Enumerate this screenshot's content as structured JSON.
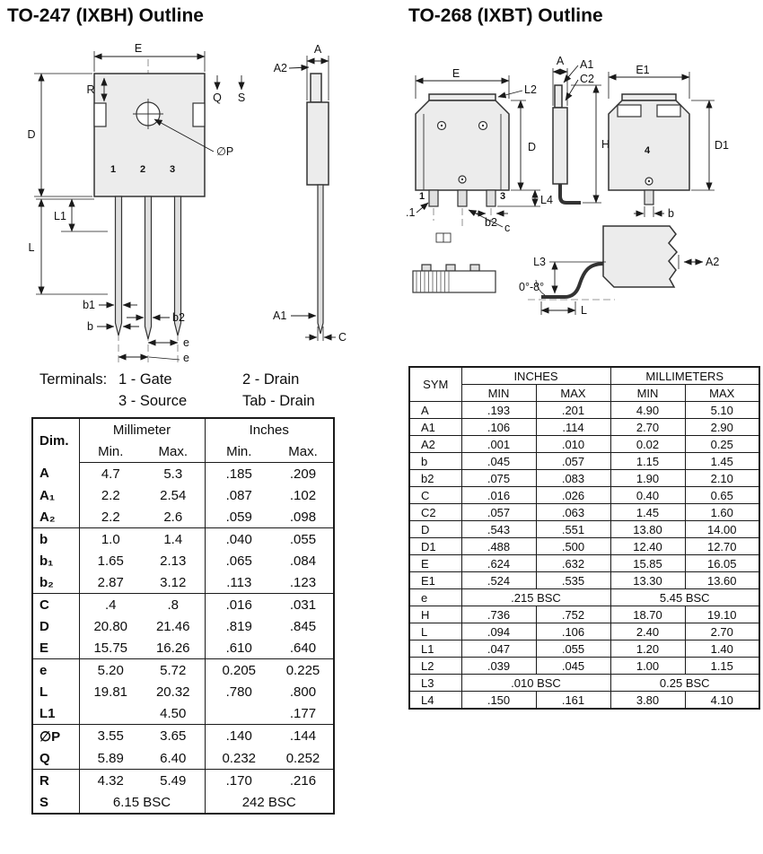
{
  "titles": {
    "left": "TO-247 (IXBH) Outline",
    "right": "TO-268 (IXBT) Outline"
  },
  "terminals": {
    "label": "Terminals:",
    "t1": "1 - Gate",
    "t2": "2 - Drain",
    "t3": "3 - Source",
    "t4": "Tab - Drain"
  },
  "left_table": {
    "headers": {
      "dim": "Dim.",
      "mm": "Millimeter",
      "inches": "Inches",
      "min": "Min.",
      "max": "Max."
    },
    "rows": [
      {
        "cells": [
          {
            "t": "A"
          },
          {
            "t": "4.7"
          },
          {
            "t": "5.3"
          },
          {
            "t": ".185"
          },
          {
            "t": ".209"
          }
        ]
      },
      {
        "cells": [
          {
            "t": "A₁"
          },
          {
            "t": "2.2"
          },
          {
            "t": "2.54"
          },
          {
            "t": ".087"
          },
          {
            "t": ".102"
          }
        ]
      },
      {
        "cells": [
          {
            "t": "A₂"
          },
          {
            "t": "2.2"
          },
          {
            "t": "2.6"
          },
          {
            "t": ".059"
          },
          {
            "t": ".098"
          }
        ],
        "group_end": true
      },
      {
        "cells": [
          {
            "t": "b"
          },
          {
            "t": "1.0"
          },
          {
            "t": "1.4"
          },
          {
            "t": ".040"
          },
          {
            "t": ".055"
          }
        ]
      },
      {
        "cells": [
          {
            "t": "b₁"
          },
          {
            "t": "1.65"
          },
          {
            "t": "2.13"
          },
          {
            "t": ".065"
          },
          {
            "t": ".084"
          }
        ]
      },
      {
        "cells": [
          {
            "t": "b₂"
          },
          {
            "t": "2.87"
          },
          {
            "t": "3.12"
          },
          {
            "t": ".113"
          },
          {
            "t": ".123"
          }
        ],
        "group_end": true
      },
      {
        "cells": [
          {
            "t": "C"
          },
          {
            "t": ".4"
          },
          {
            "t": ".8"
          },
          {
            "t": ".016"
          },
          {
            "t": ".031"
          }
        ]
      },
      {
        "cells": [
          {
            "t": "D"
          },
          {
            "t": "20.80"
          },
          {
            "t": "21.46"
          },
          {
            "t": ".819"
          },
          {
            "t": ".845"
          }
        ]
      },
      {
        "cells": [
          {
            "t": "E"
          },
          {
            "t": "15.75"
          },
          {
            "t": "16.26"
          },
          {
            "t": ".610"
          },
          {
            "t": ".640"
          }
        ],
        "group_end": true
      },
      {
        "cells": [
          {
            "t": "e"
          },
          {
            "t": "5.20"
          },
          {
            "t": "5.72"
          },
          {
            "t": "0.205"
          },
          {
            "t": "0.225"
          }
        ]
      },
      {
        "cells": [
          {
            "t": "L"
          },
          {
            "t": "19.81"
          },
          {
            "t": "20.32"
          },
          {
            "t": ".780"
          },
          {
            "t": ".800"
          }
        ]
      },
      {
        "cells": [
          {
            "t": "L1"
          },
          {
            "t": ""
          },
          {
            "t": "4.50"
          },
          {
            "t": ""
          },
          {
            "t": ".177"
          }
        ],
        "group_end": true
      },
      {
        "cells": [
          {
            "t": "∅P"
          },
          {
            "t": "3.55"
          },
          {
            "t": "3.65"
          },
          {
            "t": ".140"
          },
          {
            "t": ".144"
          }
        ]
      },
      {
        "cells": [
          {
            "t": "Q"
          },
          {
            "t": "5.89"
          },
          {
            "t": "6.40"
          },
          {
            "t": "0.232"
          },
          {
            "t": "0.252"
          }
        ],
        "group_end": true
      },
      {
        "cells": [
          {
            "t": "R"
          },
          {
            "t": "4.32"
          },
          {
            "t": "5.49"
          },
          {
            "t": ".170"
          },
          {
            "t": ".216"
          }
        ]
      },
      {
        "cells": [
          {
            "t": "S"
          },
          {
            "t": "6.15  BSC",
            "span": 2
          },
          {
            "t": "242 BSC",
            "span": 2
          }
        ]
      }
    ]
  },
  "right_table": {
    "headers": {
      "sym": "SYM",
      "inches": "INCHES",
      "mm": "MILLIMETERS",
      "min": "MIN",
      "max": "MAX"
    },
    "rows": [
      {
        "cells": [
          {
            "t": "A"
          },
          {
            "t": ".193"
          },
          {
            "t": ".201"
          },
          {
            "t": "4.90"
          },
          {
            "t": "5.10"
          }
        ]
      },
      {
        "cells": [
          {
            "t": "A1"
          },
          {
            "t": ".106"
          },
          {
            "t": ".114"
          },
          {
            "t": "2.70"
          },
          {
            "t": "2.90"
          }
        ]
      },
      {
        "cells": [
          {
            "t": "A2"
          },
          {
            "t": ".001"
          },
          {
            "t": ".010"
          },
          {
            "t": "0.02"
          },
          {
            "t": "0.25"
          }
        ]
      },
      {
        "cells": [
          {
            "t": "b"
          },
          {
            "t": ".045"
          },
          {
            "t": ".057"
          },
          {
            "t": "1.15"
          },
          {
            "t": "1.45"
          }
        ]
      },
      {
        "cells": [
          {
            "t": "b2"
          },
          {
            "t": ".075"
          },
          {
            "t": ".083"
          },
          {
            "t": "1.90"
          },
          {
            "t": "2.10"
          }
        ]
      },
      {
        "cells": [
          {
            "t": "C"
          },
          {
            "t": ".016"
          },
          {
            "t": ".026"
          },
          {
            "t": "0.40"
          },
          {
            "t": "0.65"
          }
        ]
      },
      {
        "cells": [
          {
            "t": "C2"
          },
          {
            "t": ".057"
          },
          {
            "t": ".063"
          },
          {
            "t": "1.45"
          },
          {
            "t": "1.60"
          }
        ]
      },
      {
        "cells": [
          {
            "t": "D"
          },
          {
            "t": ".543"
          },
          {
            "t": ".551"
          },
          {
            "t": "13.80"
          },
          {
            "t": "14.00"
          }
        ]
      },
      {
        "cells": [
          {
            "t": "D1"
          },
          {
            "t": ".488"
          },
          {
            "t": ".500"
          },
          {
            "t": "12.40"
          },
          {
            "t": "12.70"
          }
        ]
      },
      {
        "cells": [
          {
            "t": "E"
          },
          {
            "t": ".624"
          },
          {
            "t": ".632"
          },
          {
            "t": "15.85"
          },
          {
            "t": "16.05"
          }
        ]
      },
      {
        "cells": [
          {
            "t": "E1"
          },
          {
            "t": ".524"
          },
          {
            "t": ".535"
          },
          {
            "t": "13.30"
          },
          {
            "t": "13.60"
          }
        ]
      },
      {
        "cells": [
          {
            "t": "e"
          },
          {
            "t": ".215 BSC",
            "span": 2
          },
          {
            "t": "5.45 BSC",
            "span": 2
          }
        ]
      },
      {
        "cells": [
          {
            "t": "H"
          },
          {
            "t": ".736"
          },
          {
            "t": ".752"
          },
          {
            "t": "18.70"
          },
          {
            "t": "19.10"
          }
        ]
      },
      {
        "cells": [
          {
            "t": "L"
          },
          {
            "t": ".094"
          },
          {
            "t": ".106"
          },
          {
            "t": "2.40"
          },
          {
            "t": "2.70"
          }
        ]
      },
      {
        "cells": [
          {
            "t": "L1"
          },
          {
            "t": ".047"
          },
          {
            "t": ".055"
          },
          {
            "t": "1.20"
          },
          {
            "t": "1.40"
          }
        ]
      },
      {
        "cells": [
          {
            "t": "L2"
          },
          {
            "t": ".039"
          },
          {
            "t": ".045"
          },
          {
            "t": "1.00"
          },
          {
            "t": "1.15"
          }
        ]
      },
      {
        "cells": [
          {
            "t": "L3"
          },
          {
            "t": ".010 BSC",
            "span": 2
          },
          {
            "t": "0.25 BSC",
            "span": 2
          }
        ]
      },
      {
        "cells": [
          {
            "t": "L4"
          },
          {
            "t": ".150"
          },
          {
            "t": ".161"
          },
          {
            "t": "3.80"
          },
          {
            "t": "4.10"
          }
        ]
      }
    ]
  },
  "to247_labels": {
    "E": "E",
    "D": "D",
    "R": "R",
    "Q": "Q",
    "S": "S",
    "P": "∅P",
    "pin1": "1",
    "pin2": "2",
    "pin3": "3",
    "L1": "L1",
    "L": "L",
    "b1": "b1",
    "b": "b",
    "b2": "b2",
    "e1": "e",
    "e2": "e",
    "A": "A",
    "A2": "A2",
    "A1": "A1",
    "C": "C"
  },
  "to268_labels": {
    "E": "E",
    "L2": "L2",
    "A": "A",
    "A1": "A1",
    "C2": "C2",
    "D": "D",
    "L4": "L4",
    "b2": "b2",
    "dot1": ".1",
    "c": "c",
    "pin1": "1",
    "pin3": "3",
    "H": "H",
    "E1": "E1",
    "D1": "D1",
    "pin4": "4",
    "b": "b",
    "L3": "L3",
    "angle": "0°-8°",
    "L": "L",
    "A2": "A2"
  }
}
